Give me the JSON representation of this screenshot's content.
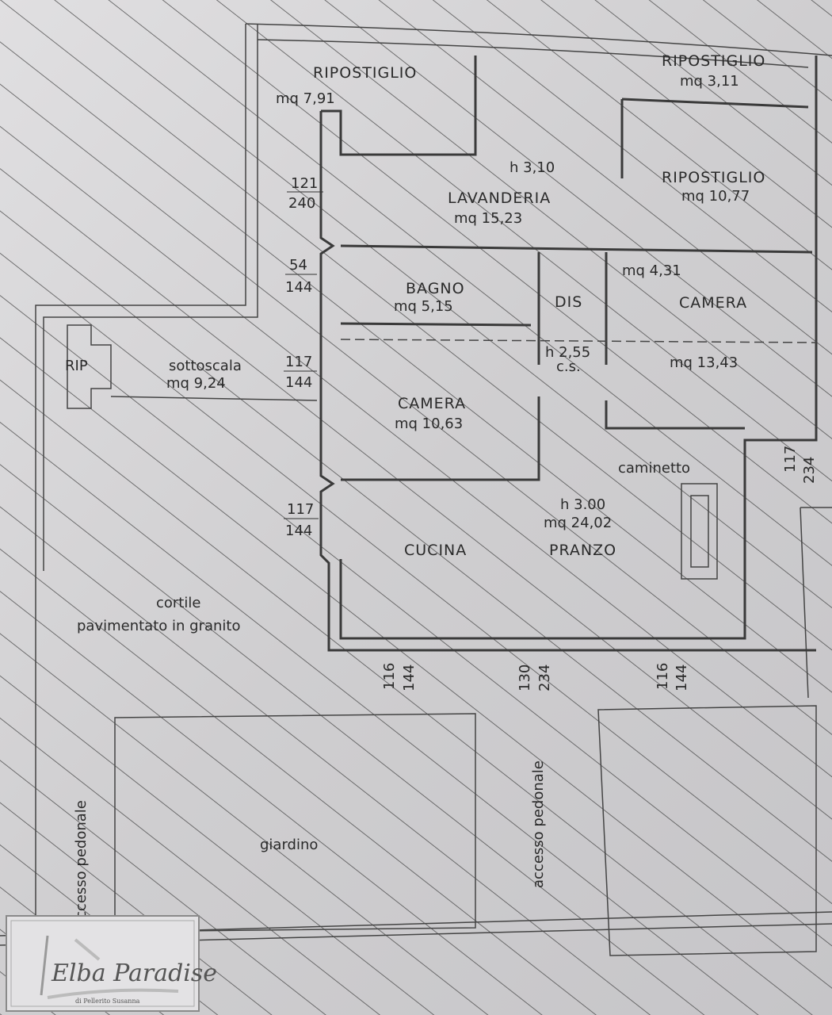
{
  "rooms": {
    "ripostiglio_1": {
      "name": "RIPOSTIGLIO",
      "area": "mq  7,91"
    },
    "ripostiglio_2": {
      "name": "RIPOSTIGLIO",
      "area": "mq  3,11"
    },
    "ripostiglio_3": {
      "name": "RIPOSTIGLIO",
      "area": "mq  10,77"
    },
    "lavanderia": {
      "name": "LAVANDERIA",
      "area": "mq  15,23",
      "height": "h 3,10"
    },
    "bagno": {
      "name": "BAGNO",
      "area": "mq  5,15"
    },
    "dis": {
      "name": "DIS",
      "area": "mq  4,31",
      "height": "h 2,55",
      "note": "c.s."
    },
    "camera_1": {
      "name": "CAMERA",
      "area": "mq  13,43"
    },
    "camera_2": {
      "name": "CAMERA",
      "area": "mq  10,63"
    },
    "rip": {
      "name": "RIP"
    },
    "sottoscala": {
      "name": "sottoscala",
      "area": "mq  9,24"
    },
    "cucina_pranzo": {
      "name_1": "CUCINA",
      "name_2": "PRANZO",
      "area": "mq  24,02",
      "height": "h 3.00"
    },
    "caminetto": {
      "name": "caminetto"
    },
    "cortile": {
      "name_1": "cortile",
      "name_2": "pavimentato in granito"
    },
    "giardino": {
      "name": "giardino"
    },
    "accesso_1": {
      "name": "accesso pedonale"
    },
    "accesso_2": {
      "name": "accesso pedonale"
    }
  },
  "openings": [
    {
      "top": "121",
      "bottom": "240"
    },
    {
      "top": "54",
      "bottom": "144"
    },
    {
      "top": "117",
      "bottom": "144"
    },
    {
      "top": "117",
      "bottom": "144"
    },
    {
      "top": "117",
      "bottom": "234"
    },
    {
      "top": "116",
      "bottom": "144"
    },
    {
      "top": "130",
      "bottom": "234"
    },
    {
      "top": "116",
      "bottom": "144"
    }
  ],
  "logo": {
    "title": "Elba Paradise",
    "subtitle": "di Pellerito Susanna"
  }
}
